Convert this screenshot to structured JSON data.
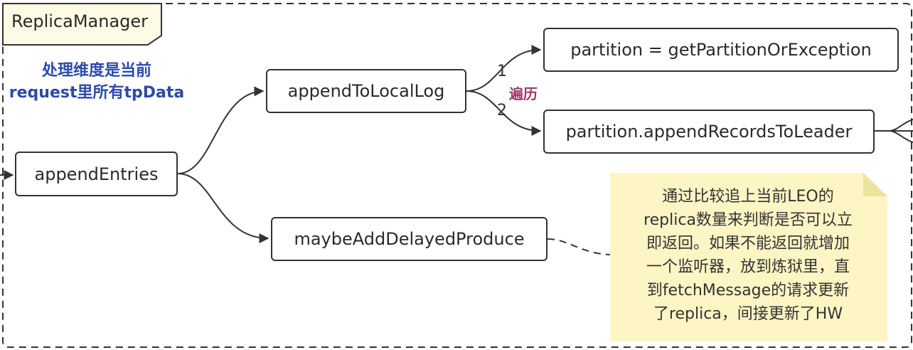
{
  "frame": {
    "title": "ReplicaManager"
  },
  "note": {
    "line1": "处理维度是当前",
    "line2": "request里所有tpData"
  },
  "nodes": {
    "append_entries": "appendEntries",
    "append_to_local_log": "appendToLocalLog",
    "get_partition": "partition = getPartitionOrException",
    "append_records_to_leader": "partition.appendRecordsToLeader",
    "maybe_add_delayed_produce": "maybeAddDelayedProduce"
  },
  "edges": {
    "step1": "1",
    "step2": "2",
    "iterate": "遍历"
  },
  "sticky": {
    "lines": [
      "通过比较追上当前LEO的",
      "replica数量来判断是否可以立",
      "即返回。如果不能返回就增加",
      "一个监听器，放到炼狱里，直",
      "到fetchMessage的请求更新",
      "了replica，间接更新了HW"
    ]
  },
  "colors": {
    "note_blue": "#2c4aa8",
    "iterate_purple": "#a03868",
    "sticky_fill": "#fdf5c3",
    "sticky_fold": "#ece39f",
    "tab_fill": "#fdfbe5"
  }
}
